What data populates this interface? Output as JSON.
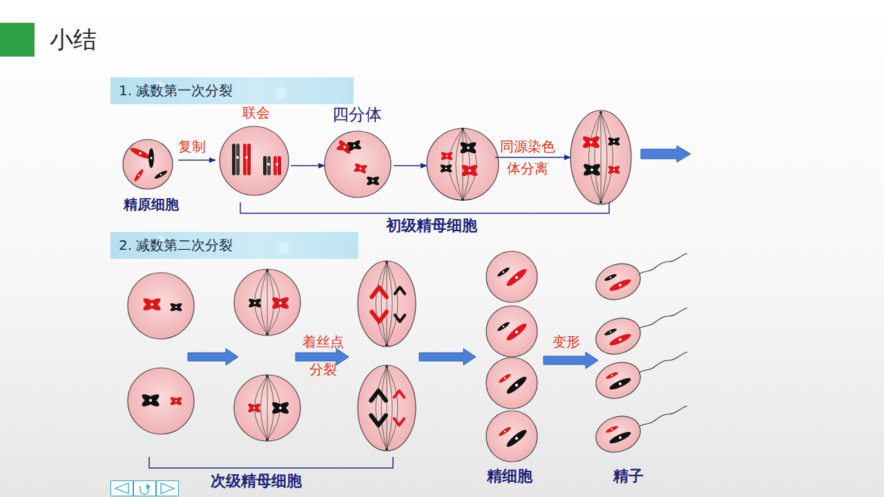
{
  "diagram": {
    "title": "小结",
    "nodes": [
      {
        "text": [
          "1. 减数第一次分裂"
        ]
      },
      {
        "text": [
          "2. 减数第二次分裂"
        ]
      }
    ],
    "labels": [
      "联会",
      "四分体",
      "复制",
      "同源染色 体分离",
      "精原细胞",
      "初级精母细胞",
      "着丝点 分裂",
      "变形",
      "次级精母细胞",
      "精细胞",
      "精子"
    ]
  }
}
